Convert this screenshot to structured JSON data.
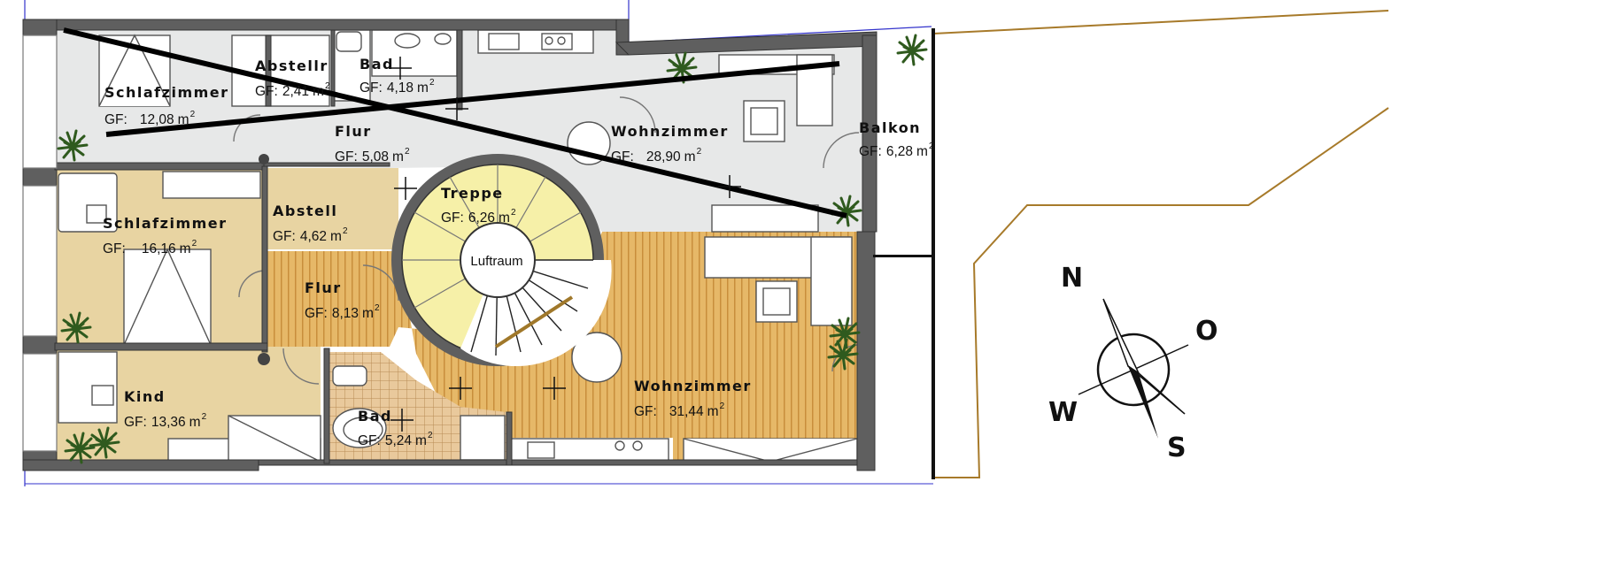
{
  "rooms": [
    {
      "name": "Schlafzimmer",
      "gf_label": "GF:",
      "area": "12,08",
      "unit": "m",
      "unit_exp": "2"
    },
    {
      "name": "Abstellr",
      "gf_label": "GF:",
      "area": "2,41",
      "unit": "m",
      "unit_exp": "2"
    },
    {
      "name": "Bad",
      "gf_label": "GF:",
      "area": "4,18",
      "unit": "m",
      "unit_exp": "2"
    },
    {
      "name": "Flur",
      "gf_label": "GF:",
      "area": "5,08",
      "unit": "m",
      "unit_exp": "2"
    },
    {
      "name": "Wohnzimmer",
      "gf_label": "GF:",
      "area": "28,90",
      "unit": "m",
      "unit_exp": "2"
    },
    {
      "name": "Balkon",
      "gf_label": "GF:",
      "area": "6,28",
      "unit": "m",
      "unit_exp": "2"
    },
    {
      "name": "Treppe",
      "gf_label": "GF:",
      "area": "6,26",
      "unit": "m",
      "unit_exp": "2"
    },
    {
      "name": "Schlafzimmer",
      "gf_label": "GF:",
      "area": "16,16",
      "unit": "m",
      "unit_exp": "2"
    },
    {
      "name": "Abstell",
      "gf_label": "GF:",
      "area": "4,62",
      "unit": "m",
      "unit_exp": "2"
    },
    {
      "name": "Flur",
      "gf_label": "GF:",
      "area": "8,13",
      "unit": "m",
      "unit_exp": "2"
    },
    {
      "name": "Kind",
      "gf_label": "GF:",
      "area": "13,36",
      "unit": "m",
      "unit_exp": "2"
    },
    {
      "name": "Bad",
      "gf_label": "GF:",
      "area": "5,24",
      "unit": "m",
      "unit_exp": "2"
    },
    {
      "name": "Wohnzimmer",
      "gf_label": "GF:",
      "area": "31,44",
      "unit": "m",
      "unit_exp": "2"
    }
  ],
  "stair_void_label": "Luftraum",
  "compass": {
    "north": "N",
    "east": "O",
    "south": "S",
    "west": "W"
  },
  "colors": {
    "unit_grey": "#e7e8e8",
    "unit_beige": "#e8d4a2",
    "parquet": "#e6b868",
    "parquet_line": "#c88e3c",
    "stair_yellow": "#f6f0a8",
    "wall": "#5f5f5f",
    "strike_line": "#000000",
    "property_line": "#a77a2a",
    "plants": "#2f5a1e"
  }
}
